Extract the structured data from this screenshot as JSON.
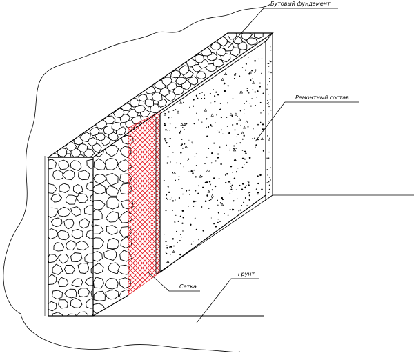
{
  "labels": {
    "rubble_foundation": "Бутовый фундамент",
    "repair_compound": "Ремонтный состав",
    "mesh": "Сетка",
    "soil": "Грунт"
  },
  "colors": {
    "line": "#000000",
    "mesh": "#e8242c",
    "background": "#ffffff"
  }
}
